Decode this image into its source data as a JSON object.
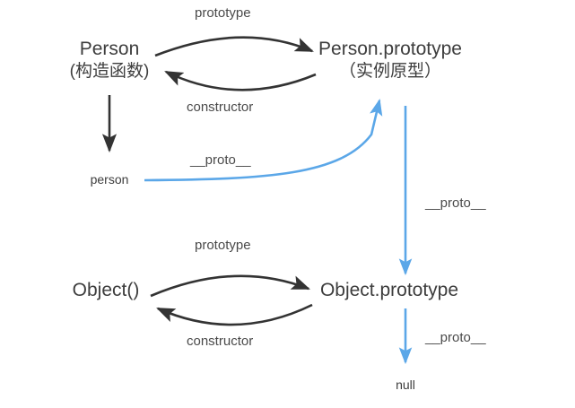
{
  "diagram": {
    "title": "JavaScript prototype chain diagram",
    "colors": {
      "black_edge": "#333333",
      "blue_edge": "#5ba7e8",
      "text": "#3d3d3d",
      "background": "#ffffff"
    },
    "nodes": [
      {
        "id": "person-constructor",
        "line1": "Person",
        "line2": "(构造函数)"
      },
      {
        "id": "person-prototype",
        "line1": "Person.prototype",
        "line2": "（实例原型）"
      },
      {
        "id": "person-instance",
        "line1": "person"
      },
      {
        "id": "object-constructor",
        "line1": "Object()"
      },
      {
        "id": "object-prototype",
        "line1": "Object.prototype"
      },
      {
        "id": "null-node",
        "line1": "null"
      }
    ],
    "edges": [
      {
        "id": "person-to-prototype",
        "label": "prototype",
        "color": "black"
      },
      {
        "id": "prototype-to-person",
        "label": "constructor",
        "color": "black"
      },
      {
        "id": "person-to-instance",
        "label": "",
        "color": "black"
      },
      {
        "id": "instance-proto",
        "label": "__proto__",
        "color": "blue"
      },
      {
        "id": "personproto-to-objectproto",
        "label": "__proto__",
        "color": "blue"
      },
      {
        "id": "object-to-prototype",
        "label": "prototype",
        "color": "black"
      },
      {
        "id": "objectprototype-to-object",
        "label": "constructor",
        "color": "black"
      },
      {
        "id": "objectproto-to-null",
        "label": "__proto__",
        "color": "blue"
      }
    ]
  }
}
